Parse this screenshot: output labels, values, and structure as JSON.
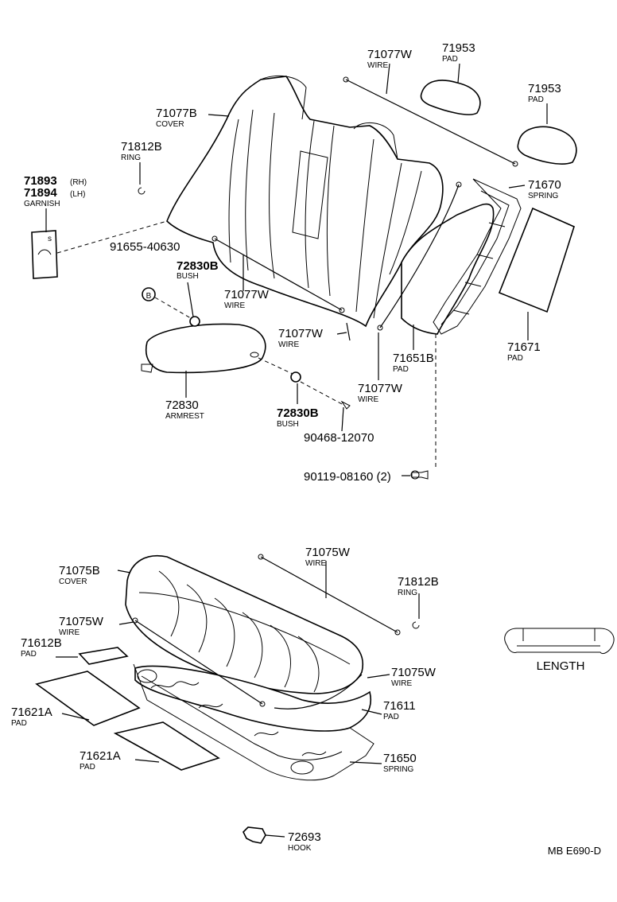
{
  "callouts": [
    {
      "id": "c1",
      "part": "71077W",
      "desc": "WIRE"
    },
    {
      "id": "c2",
      "part": "71953",
      "desc": "PAD"
    },
    {
      "id": "c3",
      "part": "71953",
      "desc": "PAD"
    },
    {
      "id": "c4",
      "part": "71077B",
      "desc": "COVER"
    },
    {
      "id": "c5",
      "part": "71812B",
      "desc": "RING"
    },
    {
      "id": "c6",
      "part": "71893",
      "part_suffix": "(RH)",
      "part2": "71894",
      "part2_suffix": "(LH)",
      "desc": "GARNISH"
    },
    {
      "id": "c7",
      "part": "71670",
      "desc": "SPRING"
    },
    {
      "id": "c8",
      "part": "91655-40630",
      "desc": ""
    },
    {
      "id": "c9",
      "part": "72830B",
      "desc": "BUSH"
    },
    {
      "id": "c10",
      "part": "71077W",
      "desc": "WIRE"
    },
    {
      "id": "c11",
      "part": "71077W",
      "desc": "WIRE"
    },
    {
      "id": "c12",
      "part": "71651B",
      "desc": "PAD"
    },
    {
      "id": "c13",
      "part": "71671",
      "desc": "PAD"
    },
    {
      "id": "c14",
      "part": "71077W",
      "desc": "WIRE"
    },
    {
      "id": "c15",
      "part": "72830",
      "desc": "ARMREST"
    },
    {
      "id": "c16",
      "part": "72830B",
      "desc": "BUSH"
    },
    {
      "id": "c17",
      "part": "90468-12070",
      "desc": ""
    },
    {
      "id": "c18",
      "part": "90119-08160 (2)",
      "desc": ""
    },
    {
      "id": "c19",
      "part": "71075W",
      "desc": "WIRE"
    },
    {
      "id": "c20",
      "part": "71075B",
      "desc": "COVER"
    },
    {
      "id": "c21",
      "part": "71812B",
      "desc": "RING"
    },
    {
      "id": "c22",
      "part": "71075W",
      "desc": "WIRE"
    },
    {
      "id": "c23",
      "part": "71612B",
      "desc": "PAD"
    },
    {
      "id": "c24",
      "part": "71075W",
      "desc": "WIRE"
    },
    {
      "id": "c25",
      "part": "71621A",
      "desc": "PAD"
    },
    {
      "id": "c26",
      "part": "71611",
      "desc": "PAD"
    },
    {
      "id": "c27",
      "part": "71621A",
      "desc": "PAD"
    },
    {
      "id": "c28",
      "part": "71650",
      "desc": "SPRING"
    },
    {
      "id": "c29",
      "part": "72693",
      "desc": "HOOK"
    }
  ],
  "bolt_marker": "B",
  "length_label": "LENGTH",
  "figure_code": "MB  E690-D"
}
